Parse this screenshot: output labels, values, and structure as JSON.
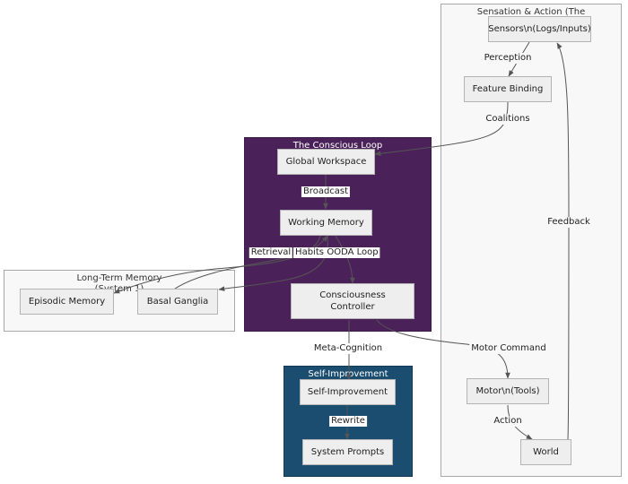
{
  "clusters": {
    "sensation": "Sensation & Action (The",
    "loop": "The Conscious Loop",
    "ltm": "Long-Term Memory\n(System 1)",
    "improve": "Self-Improvement"
  },
  "nodes": {
    "sensors": "Sensors\\n(Logs/Inputs)",
    "feature": "Feature Binding",
    "workspace": "Global Workspace",
    "working": "Working Memory",
    "controller": "Consciousness\nController",
    "episodic": "Episodic Memory",
    "basal": "Basal Ganglia",
    "selfimp": "Self-Improvement",
    "prompts": "System Prompts",
    "motor": "Motor\\n(Tools)",
    "world": "World"
  },
  "edges": {
    "perception": "Perception",
    "coalitions": "Coalitions",
    "broadcast": "Broadcast",
    "retrieval": "Retrieval",
    "habits": "Habits",
    "ooda": "OODA Loop",
    "metacognition": "Meta-Cognition",
    "motor_command": "Motor Command",
    "rewrite": "Rewrite",
    "action": "Action",
    "feedback": "Feedback"
  }
}
